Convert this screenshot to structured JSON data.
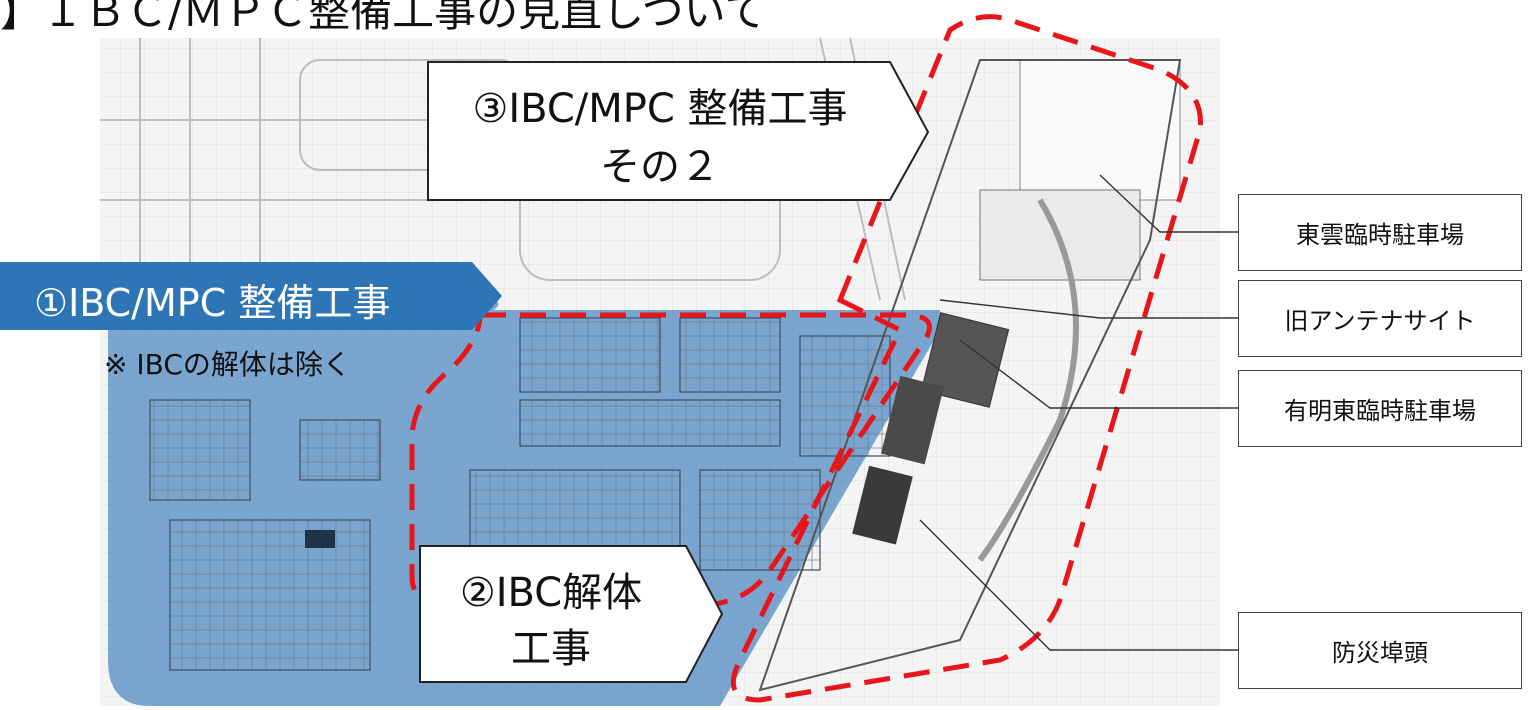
{
  "header": {
    "title": "】ＩＢＣ/ＭＰＣ整備工事の見直しついて"
  },
  "zones": {
    "zone1": {
      "label": "①IBC/MPC 整備工事",
      "note": "※ IBCの解体は除く",
      "fill": "#2e75b6"
    },
    "zone2": {
      "label_line1": "②IBC解体",
      "label_line2": "工事"
    },
    "zone3": {
      "label_line1": "③IBC/MPC 整備工事",
      "label_line2": "その２"
    },
    "boundary_color": "#e8151b"
  },
  "legend": [
    {
      "label": "東雲臨時駐車場"
    },
    {
      "label": "旧アンテナサイト"
    },
    {
      "label": "有明東臨時駐車場"
    },
    {
      "label": "防災埠頭"
    }
  ]
}
